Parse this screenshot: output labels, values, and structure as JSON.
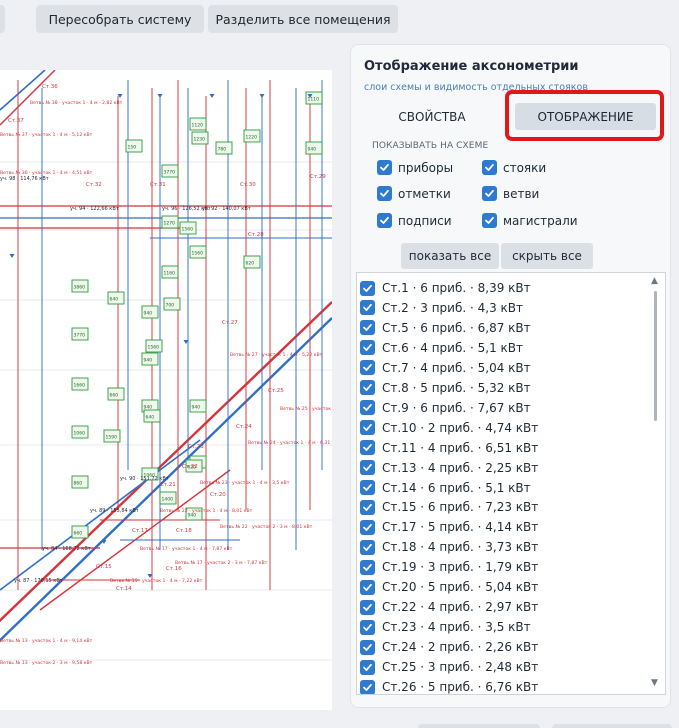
{
  "toolbar": {
    "rebuild_label": "Пересобрать систему",
    "split_label": "Разделить все помещения"
  },
  "panel": {
    "title": "Отображение аксонометрии",
    "subtitle": "слои схемы и видимость отдельных стояков",
    "tabs": [
      "СВОЙСТВА",
      "ОТОБРАЖЕНИЕ"
    ],
    "active_tab": "ОТОБРАЖЕНИЕ",
    "show_on_scheme_label": "ПОКАЗЫВАТЬ НА СХЕМЕ",
    "layers": [
      {
        "label": "приборы",
        "checked": true
      },
      {
        "label": "стояки",
        "checked": true
      },
      {
        "label": "отметки",
        "checked": true
      },
      {
        "label": "ветви",
        "checked": true
      },
      {
        "label": "подписи",
        "checked": true
      },
      {
        "label": "магистрали",
        "checked": true
      }
    ],
    "show_all_label": "показать все",
    "hide_all_label": "скрыть все",
    "risers": [
      {
        "label": "Ст.1 · 6 приб. · 8,39 кВт",
        "checked": true
      },
      {
        "label": "Ст.2 · 3 приб. · 4,3 кВт",
        "checked": true
      },
      {
        "label": "Ст.5 · 6 приб. · 6,87 кВт",
        "checked": true
      },
      {
        "label": "Ст.6 · 4 приб. · 5,1 кВт",
        "checked": true
      },
      {
        "label": "Ст.7 · 4 приб. · 5,04 кВт",
        "checked": true
      },
      {
        "label": "Ст.8 · 5 приб. · 5,32 кВт",
        "checked": true
      },
      {
        "label": "Ст.9 · 6 приб. · 7,67 кВт",
        "checked": true
      },
      {
        "label": "Ст.10 · 2 приб. · 4,74 кВт",
        "checked": true
      },
      {
        "label": "Ст.11 · 4 приб. · 6,51 кВт",
        "checked": true
      },
      {
        "label": "Ст.13 · 4 приб. · 2,25 кВт",
        "checked": true
      },
      {
        "label": "Ст.14 · 6 приб. · 5,1 кВт",
        "checked": true
      },
      {
        "label": "Ст.15 · 6 приб. · 7,23 кВт",
        "checked": true
      },
      {
        "label": "Ст.17 · 5 приб. · 4,14 кВт",
        "checked": true
      },
      {
        "label": "Ст.18 · 4 приб. · 3,73 кВт",
        "checked": true
      },
      {
        "label": "Ст.19 · 3 приб. · 1,79 кВт",
        "checked": true
      },
      {
        "label": "Ст.20 · 5 приб. · 5,04 кВт",
        "checked": true
      },
      {
        "label": "Ст.22 · 4 приб. · 2,97 кВт",
        "checked": true
      },
      {
        "label": "Ст.23 · 4 приб. · 3,5 кВт",
        "checked": true
      },
      {
        "label": "Ст.24 · 2 приб. · 2,26 кВт",
        "checked": true
      },
      {
        "label": "Ст.25 · 3 приб. · 2,48 кВт",
        "checked": true
      },
      {
        "label": "Ст.26 · 5 приб. · 6,76 кВт",
        "checked": true
      }
    ]
  },
  "scheme": {
    "riser_labels": [
      "Ст.36",
      "Ст.37",
      "Ст.32",
      "Ст.31",
      "Ст.30",
      "Ст.29",
      "Ст.28",
      "Ст.27",
      "Ст.25",
      "Ст.24",
      "Ст.23",
      "Ст.22",
      "Ст.21",
      "Ст.20",
      "Ст.18",
      "Ст.17",
      "Ст.16",
      "Ст.15",
      "Ст.14"
    ],
    "device_labels": [
      "1110",
      "1120",
      "1220",
      "1230",
      "780",
      "940",
      "150",
      "3770",
      "1270",
      "1560",
      "1160",
      "1560",
      "3860",
      "640",
      "940",
      "700",
      "620",
      "3770",
      "1560",
      "940",
      "1660",
      "660",
      "940",
      "1060",
      "640",
      "940",
      "1590",
      "1060",
      "940",
      "860",
      "1400",
      "940",
      "660",
      "620"
    ],
    "node_labels": [
      "уч. 98 · 114,76 кВт",
      "уч. 94 · 122,66 кВт",
      "уч. 96 · 126,52 кВт",
      "уч. 92 · 140,07 кВт",
      "уч. 90 · 151,72 кВт",
      "уч. 89 · 155,84 кВт",
      "уч. 84 · 168,72 кВт",
      "уч. 87 · 170,15 кВт"
    ],
    "branch_labels": [
      "Ветвь № 38 · участок 1 · 4 м · 2,82 кВт",
      "Ветвь № 37 · участок 1 · 4 м · 5,12 кВт",
      "Ветвь № 36 · участок 1 · 4 м · 4,51 кВт",
      "Ветвь № 27 · участок 1 · 4 м · 5,22 кВт",
      "Ветвь № 25 · участок 1",
      "Ветвь № 24 · участок 1 · 4 м · 6,31 кВт",
      "Ветвь № 23 · участок 1 · 4 м · 3,5 кВт",
      "Ветвь № 22 · участок 1 · 4 м · 8,01 кВт",
      "Ветвь № 22 · участок 2 · 3 м · 8,01 кВт",
      "Ветвь № 17 · участок 1 · 4 м · 7,87 кВт",
      "Ветвь № 17 · участок 2 · 3 м · 7,87 кВт",
      "Ветвь № 15 · участок 1 · 4 м · 7,22 кВт",
      "Ветвь № 13 · участок 1 · 4 м · 9,14 кВт",
      "Ветвь № 13 · участок 2 · 3 м · 9,58 кВт"
    ]
  },
  "colors": {
    "accent": "#2f7ad1",
    "highlight": "#e11818",
    "supply_line": "#d6333a",
    "return_line": "#2e6fc9",
    "device": "#2f9a3c"
  }
}
